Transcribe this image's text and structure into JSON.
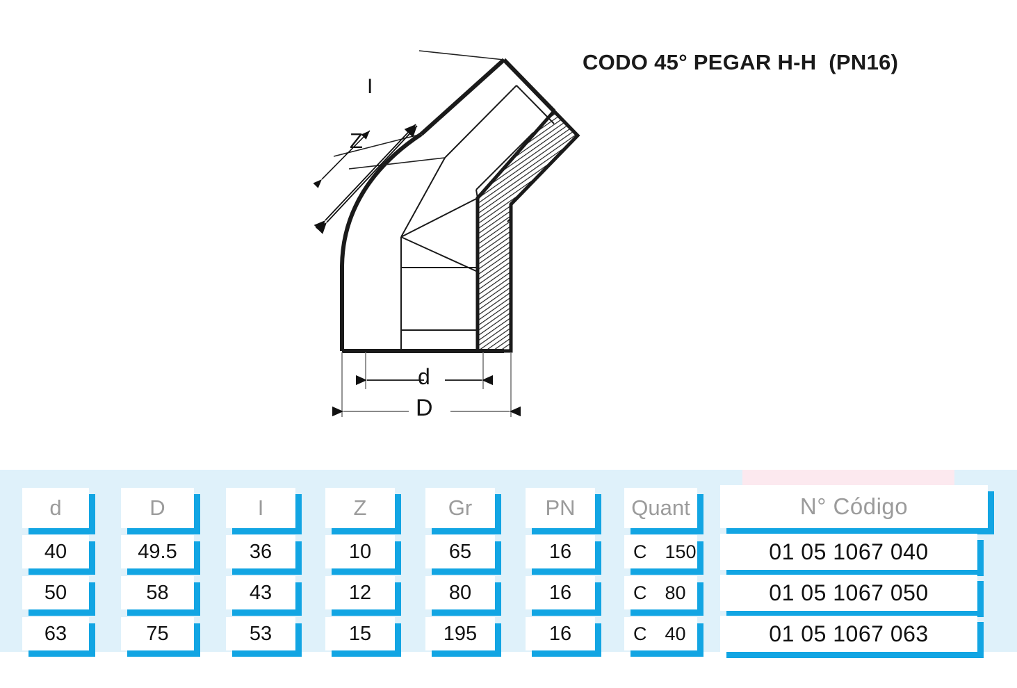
{
  "title": "CODO 45° PEGAR H-H  (PN16)",
  "drawing": {
    "labels": {
      "I": "I",
      "Z": "Z",
      "d": "d",
      "D": "D"
    },
    "description": "45 degree elbow socket x socket cross-section technical drawing"
  },
  "colors": {
    "accent_blue": "#12a5e3",
    "band_background": "#dff1fa",
    "pink_band": "#fce9ef",
    "header_text": "#9b9b9b",
    "value_text": "#111111"
  },
  "table": {
    "headers": [
      "d",
      "D",
      "I",
      "Z",
      "Gr",
      "PN",
      "Quant",
      "N° Código"
    ],
    "rows": [
      {
        "d": "40",
        "D": "49.5",
        "I": "36",
        "Z": "10",
        "Gr": "65",
        "PN": "16",
        "quant_unit": "C",
        "quant_value": "150",
        "codigo": "01 05 1067 040"
      },
      {
        "d": "50",
        "D": "58",
        "I": "43",
        "Z": "12",
        "Gr": "80",
        "PN": "16",
        "quant_unit": "C",
        "quant_value": "80",
        "codigo": "01 05 1067 050"
      },
      {
        "d": "63",
        "D": "75",
        "I": "53",
        "Z": "15",
        "Gr": "195",
        "PN": "16",
        "quant_unit": "C",
        "quant_value": "40",
        "codigo": "01 05 1067 063"
      }
    ]
  }
}
